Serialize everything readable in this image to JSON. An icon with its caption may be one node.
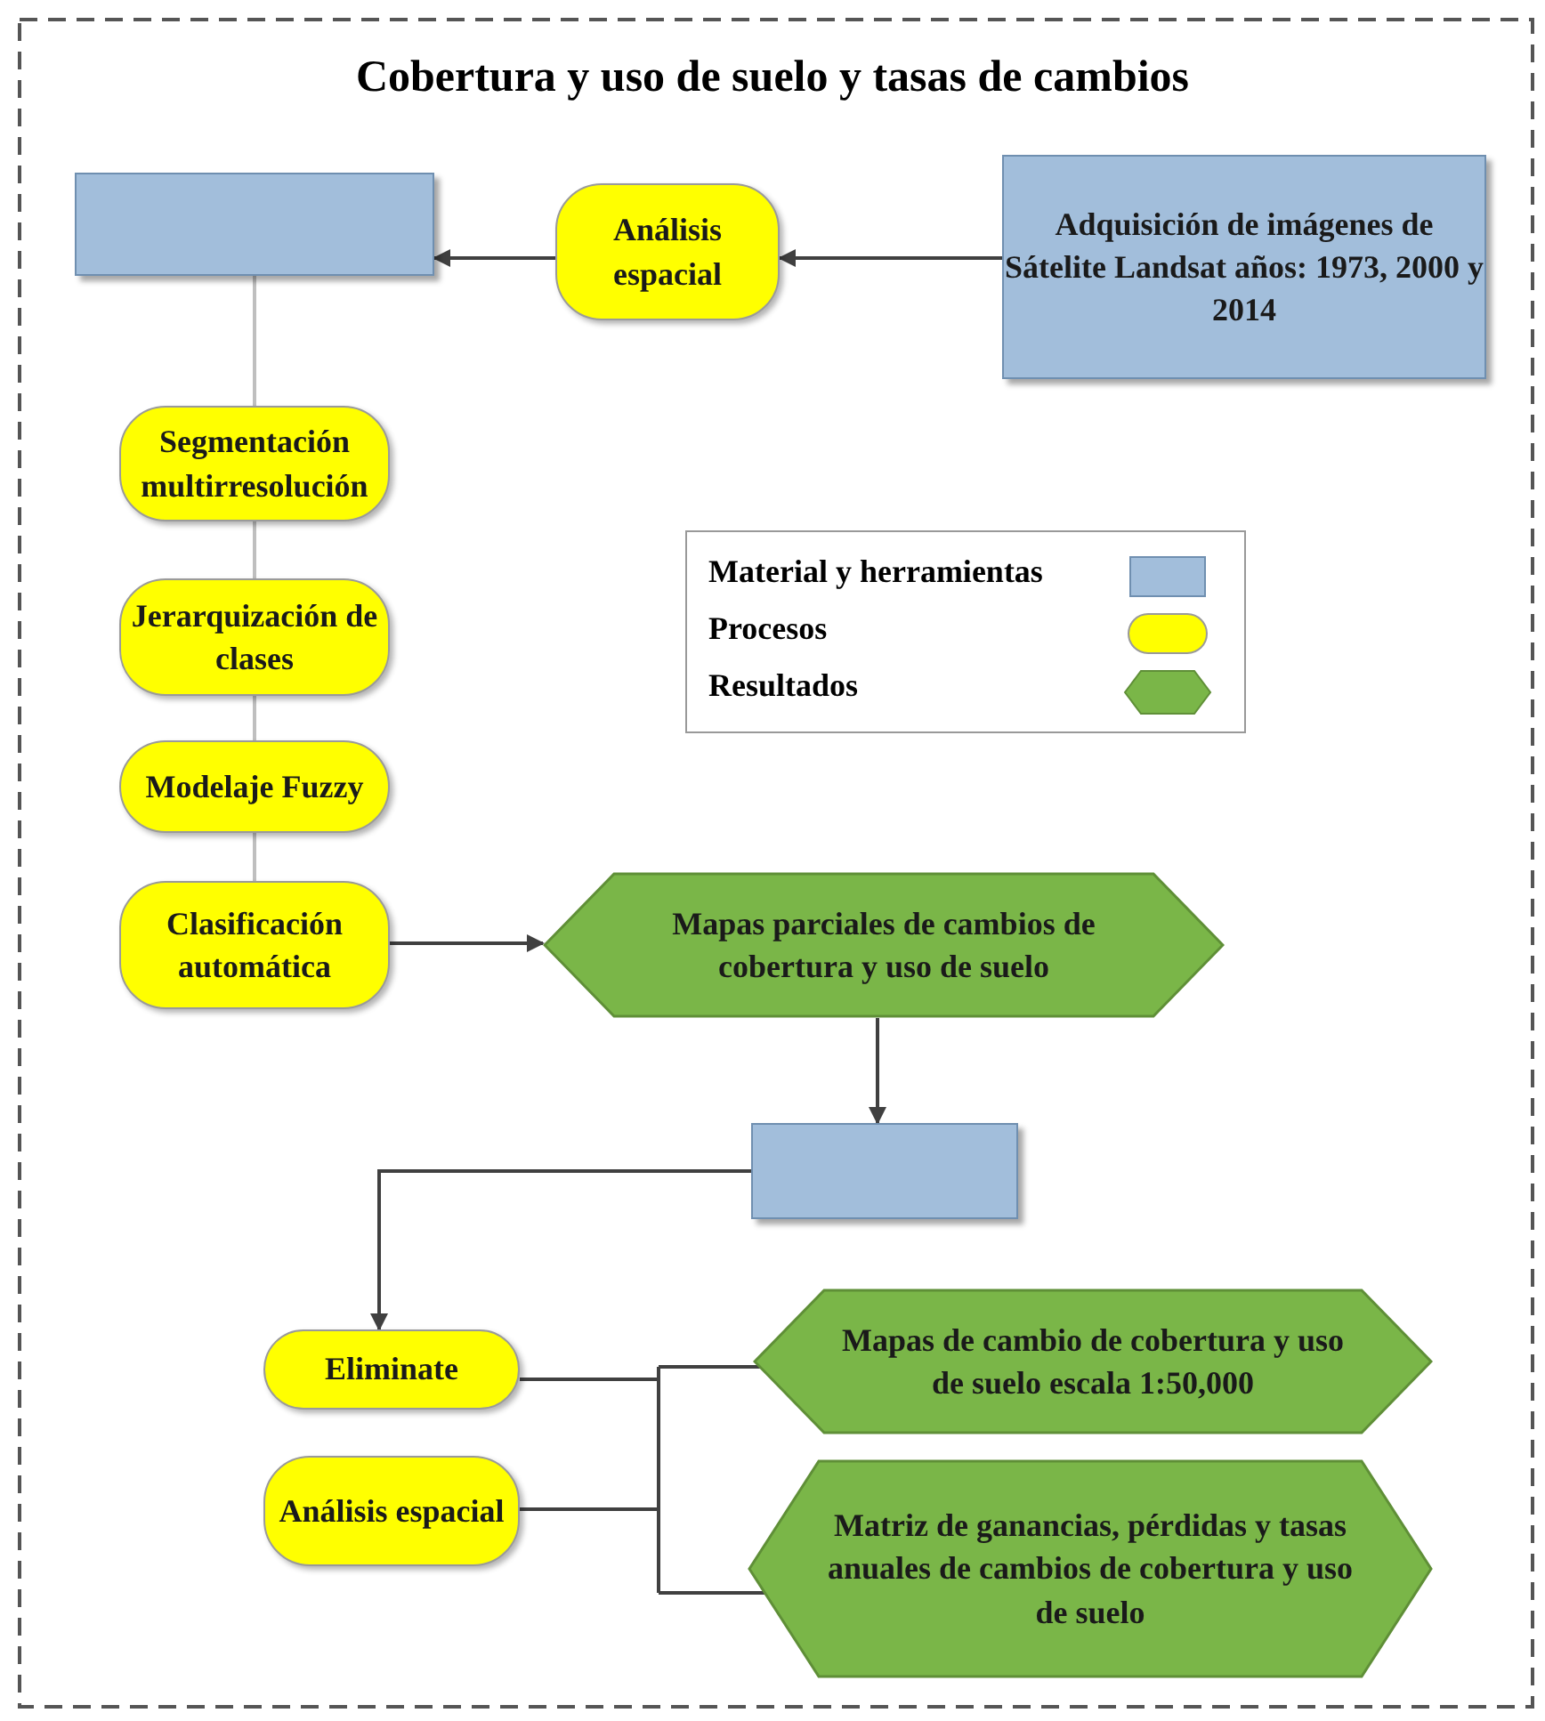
{
  "diagram": {
    "title": "Cobertura y uso de suelo y tasas de cambios",
    "nodes": [
      {
        "text": [],
        "shape": "box"
      },
      {
        "text": [
          "Análisis espacial"
        ]
      },
      {
        "text": [
          "Adquisición de imágenes de Sátelite Landsat años: 1973, 2000 y 2014"
        ]
      },
      {
        "text": [
          "Segmentación multirresolución"
        ]
      },
      {
        "text": [
          "Jerarquización de clases"
        ]
      },
      {
        "text": [
          "Modelaje Fuzzy"
        ]
      },
      {
        "text": [
          "Clasificación automática"
        ]
      },
      {
        "text": [
          "Mapas parciales de cambios de cobertura y uso de suelo"
        ]
      },
      {
        "text": [],
        "shape": "box"
      },
      {
        "text": [
          "Eliminate"
        ]
      },
      {
        "text": [
          "Análisis espacial"
        ]
      },
      {
        "text": [
          "Mapas de cambio de cobertura y uso de suelo escala 1:50,000"
        ]
      },
      {
        "text": [
          "Matriz de ganancias, pérdidas y tasas anuales de cambios de cobertura y uso de suelo"
        ]
      }
    ],
    "edges": [
      {
        "from": 2,
        "to": 1,
        "arrow": "to"
      },
      {
        "from": 1,
        "to": 0,
        "arrow": "to"
      },
      {
        "from": 0,
        "to": 3,
        "arrow": "none",
        "color": "#bfbfbf"
      },
      {
        "from": 3,
        "to": 4,
        "arrow": "none",
        "color": "#bfbfbf"
      },
      {
        "from": 4,
        "to": 5,
        "arrow": "none",
        "color": "#bfbfbf"
      },
      {
        "from": 5,
        "to": 6,
        "arrow": "none",
        "color": "#bfbfbf"
      },
      {
        "from": 6,
        "to": 7,
        "arrow": "to"
      },
      {
        "from": 7,
        "to": 8,
        "arrow": "to"
      },
      {
        "from": 8,
        "to": 9,
        "arrow": "to"
      },
      {
        "from": 9,
        "to": 11,
        "arrow": "none"
      },
      {
        "from": 9,
        "to": 12,
        "arrow": "none"
      },
      {
        "from": 10,
        "to": 11,
        "arrow": "none"
      },
      {
        "from": 10,
        "to": 12,
        "arrow": "none"
      }
    ],
    "legend": [
      {
        "text": "Material y herramientas",
        "color": "#a2bedb"
      },
      {
        "text": "Procesos",
        "color": "#ffff00"
      },
      {
        "text": "Resultados",
        "color": "#7ab648"
      }
    ]
  }
}
